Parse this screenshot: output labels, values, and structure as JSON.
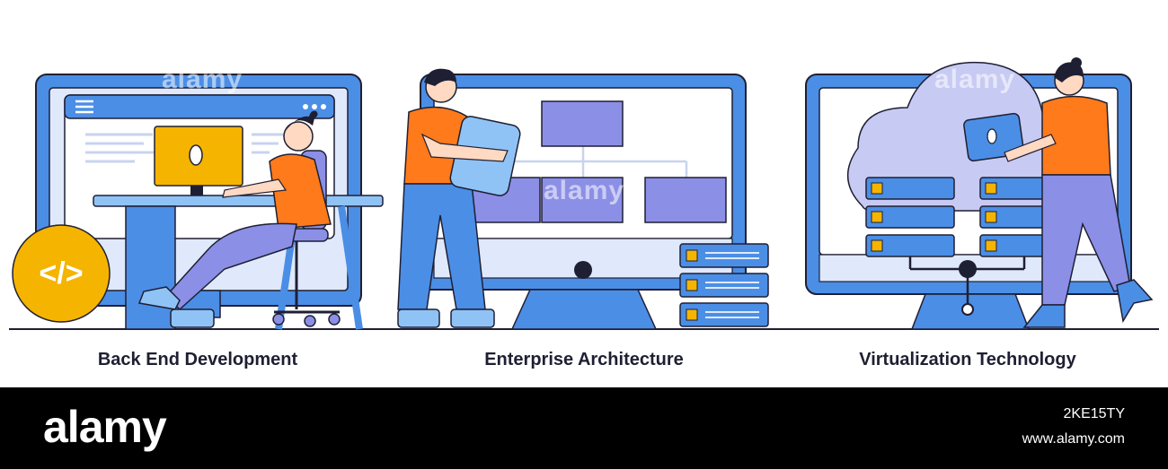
{
  "panels": [
    {
      "caption": "Back End Development",
      "badge_text": "</>"
    },
    {
      "caption": "Enterprise Architecture"
    },
    {
      "caption": "Virtualization Technology"
    }
  ],
  "watermark": "alamy",
  "footer": {
    "brand": "alamy",
    "image_id": "2KE15TY",
    "site": "www.alamy.com"
  },
  "colors": {
    "frame_blue": "#4b8ee6",
    "screen_light": "#dfe9fb",
    "box_purple": "#8b8fe6",
    "orange": "#ff7a1a",
    "yellow": "#f5b400",
    "navy": "#1f1f33",
    "footer_bg": "#000000"
  }
}
